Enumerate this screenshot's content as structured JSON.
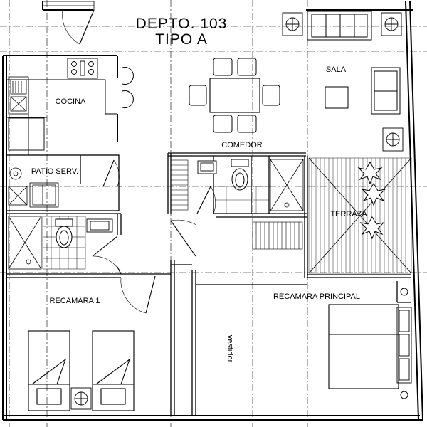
{
  "title": {
    "line1": "DEPTO. 103",
    "line2": "TIPO A"
  },
  "rooms": {
    "cocina": "COCINA",
    "comedor": "COMEDOR",
    "sala": "SALA",
    "patio": "PATIO SERV.",
    "terraza": "TERRAZA",
    "recamara1": "RECAMARA 1",
    "recamara_principal": "RECAMARA PRINCIPAL",
    "vestidor": "vestidor"
  },
  "icons": [
    "stove-icon",
    "sink-icon",
    "toilet-icon",
    "shower-icon",
    "plant-icon",
    "chair-icon",
    "bed-icon",
    "door-swing-icon",
    "armchair-icon"
  ]
}
